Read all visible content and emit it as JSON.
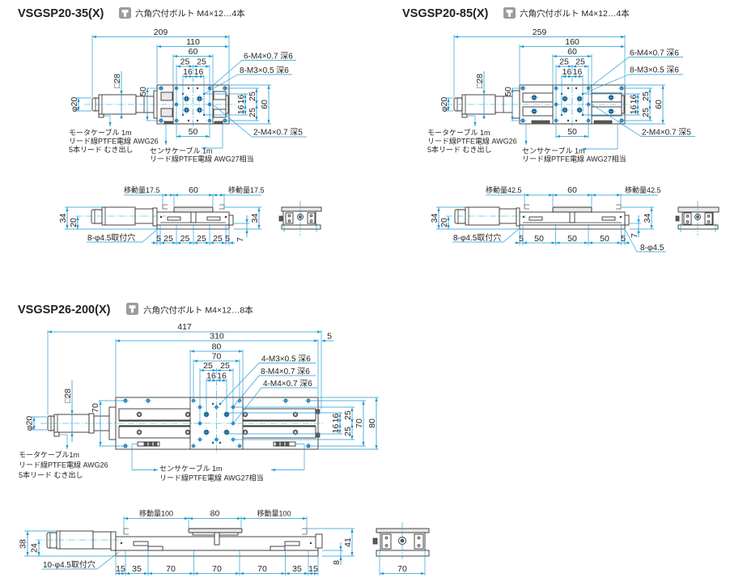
{
  "colors": {
    "dimension": "#1c9ad6",
    "outline": "#333333",
    "hole": "#1f6a9e",
    "text": "#231f20",
    "icon": "#9b9b9b"
  },
  "drawings": [
    {
      "model": "VSGSP20-35(X)",
      "accessory": {
        "icon": "hex-socket-bolt-icon",
        "label": "六角穴付ボルト M4×12…4本"
      },
      "plan_view": {
        "overall_length": "209",
        "base_length": "110",
        "table_length": "60",
        "table_hole_pitch_x": [
          "25",
          "25"
        ],
        "center_hole_pitch_x": [
          "16",
          "16"
        ],
        "motor_square": "□28",
        "motor_diameter": "φ20",
        "mounting_hole_pitch_y": "50",
        "center_hole_pitch_y": [
          "16",
          "16"
        ],
        "table_hole_pitch_y": [
          "25",
          "25"
        ],
        "base_width": "60",
        "bottom_hole_pitch_x": "50",
        "callouts": [
          "6-M4×0.7 深6",
          "8-M3×0.5 深6",
          "2-M4×0.7 深5"
        ],
        "motor_cable": [
          "モータケーブル 1m",
          "リード線PTFE電線 AWG26",
          "5本リード むき出し"
        ],
        "sensor_cable": [
          "センサケーブル 1m",
          "リード線PTFE電線 AWG27相当"
        ]
      },
      "side_view": {
        "travel_left": "移動量17.5",
        "table_length": "60",
        "travel_right": "移動量17.5",
        "motor_top_height": "34",
        "motor_axis_height": "20",
        "table_top_height": "34",
        "base_thickness": "7",
        "mounting_holes": "8-φ4.5取付穴",
        "mounting_hole_pitch": [
          "5",
          "25",
          "25",
          "25",
          "25",
          "5"
        ]
      }
    },
    {
      "model": "VSGSP20-85(X)",
      "accessory": {
        "icon": "hex-socket-bolt-icon",
        "label": "六角穴付ボルト M4×12…4本"
      },
      "plan_view": {
        "overall_length": "259",
        "base_length": "160",
        "table_length": "60",
        "table_hole_pitch_x": [
          "25",
          "25"
        ],
        "center_hole_pitch_x": [
          "16",
          "16"
        ],
        "motor_square": "□28",
        "motor_diameter": "φ20",
        "mounting_hole_pitch_y": "50",
        "center_hole_pitch_y": [
          "16",
          "16"
        ],
        "table_hole_pitch_y": [
          "25",
          "25"
        ],
        "base_width": "60",
        "bottom_hole_pitch_x": "50",
        "callouts": [
          "6-M4×0.7 深6",
          "8-M3×0.5 深6",
          "2-M4×0.7 深5"
        ],
        "motor_cable": [
          "モータケーブル 1m",
          "リード線PTFE電線 AWG26",
          "5本リード むき出し"
        ],
        "sensor_cable": [
          "センサケーブル 1m",
          "リード線PTFE電線 AWG27相当"
        ]
      },
      "side_view": {
        "travel_left": "移動量42.5",
        "table_length": "60",
        "travel_right": "移動量42.5",
        "motor_top_height": "34",
        "motor_axis_height": "20",
        "table_top_height": "34",
        "base_thickness": "7",
        "mounting_holes": "8-φ4.5取付穴",
        "mounting_holes_right": "8-φ4.5",
        "mounting_hole_pitch": [
          "5",
          "50",
          "50",
          "50",
          "5"
        ]
      }
    },
    {
      "model": "VSGSP26-200(X)",
      "accessory": {
        "icon": "hex-socket-bolt-icon",
        "label": "六角穴付ボルト M4×12…8本"
      },
      "plan_view": {
        "overall_length": "417",
        "base_length": "310",
        "end_offset": "5",
        "table_length": "80",
        "table_hole_pitch_x_outer": "70",
        "table_hole_pitch_x": [
          "25",
          "25"
        ],
        "center_hole_pitch_x": [
          "16",
          "16"
        ],
        "motor_square": "□28",
        "mounting_hole_pitch_y": "70",
        "motor_diameter": "φ20",
        "center_hole_pitch_y": [
          "16",
          "16"
        ],
        "table_hole_pitch_y": [
          "25",
          "25"
        ],
        "table_hole_pitch_y_outer": "70",
        "base_width": "80",
        "callouts": [
          "4-M3×0.5 深6",
          "8-M4×0.7 深6",
          "4-M4×0.7 深6"
        ],
        "motor_cable": [
          "モータケーブル1m",
          "リード線PTFE電線 AWG26",
          "5本リード むき出し"
        ],
        "sensor_cable": [
          "センサケーブル 1m",
          "リード線PTFE電線 AWG27相当"
        ]
      },
      "side_view": {
        "travel_left": "移動量100",
        "table_length": "80",
        "travel_right": "移動量100",
        "motor_top_height": "38",
        "motor_axis_height": "24",
        "table_top_height": "41",
        "base_thickness": "8",
        "mounting_holes": "10-φ4.5取付穴",
        "mounting_hole_pitch": [
          "15",
          "35",
          "70",
          "70",
          "70",
          "35",
          "15"
        ]
      },
      "end_view": {
        "mounting_hole_pitch": "70"
      }
    }
  ]
}
